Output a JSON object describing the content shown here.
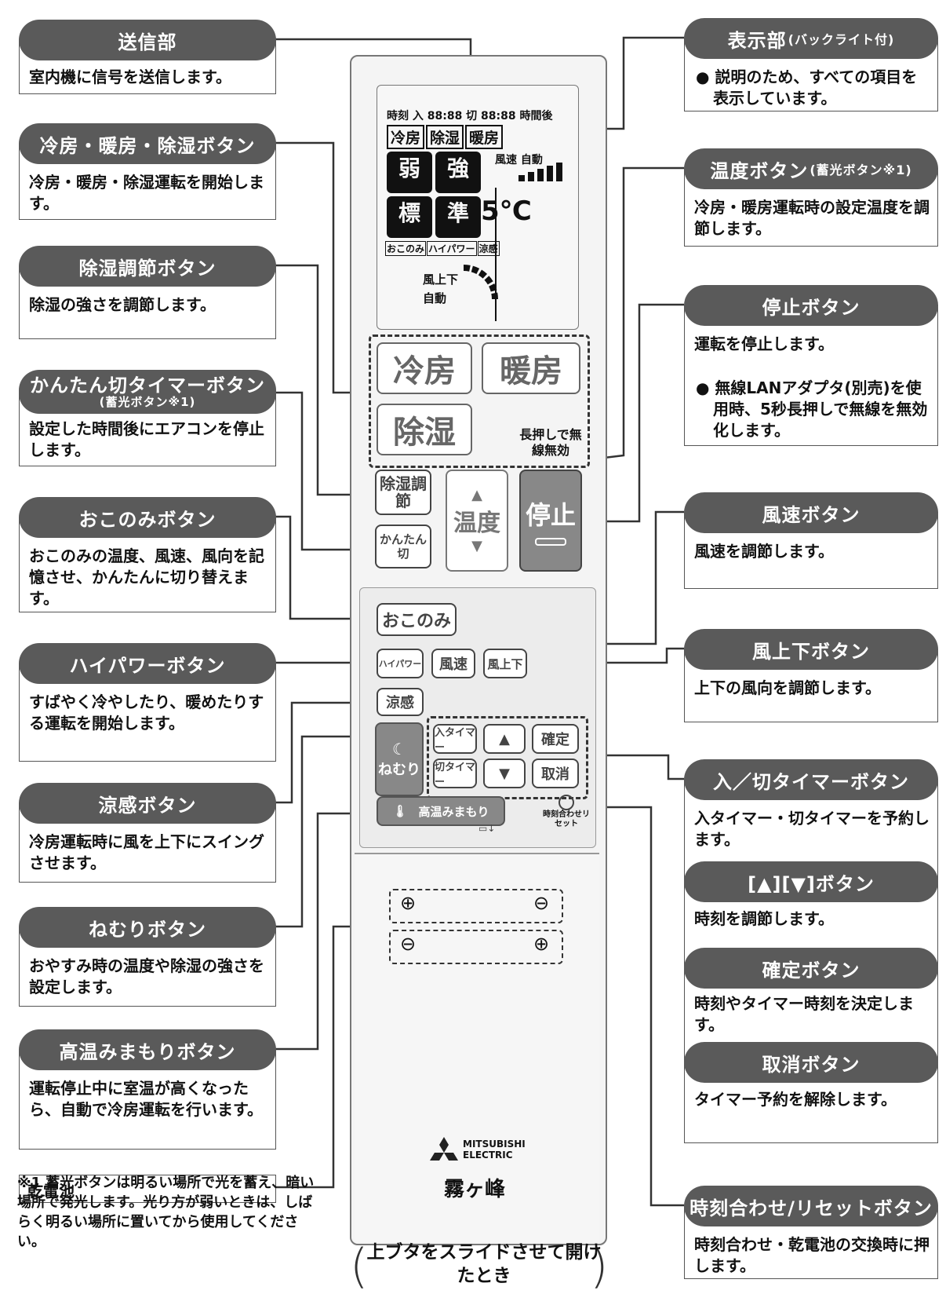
{
  "callouts": {
    "transmitter": {
      "title": "送信部",
      "body": "室内機に信号を送信します。"
    },
    "mode_buttons": {
      "title": "冷房・暖房・除湿ボタン",
      "body": "冷房・暖房・除湿運転を開始します。"
    },
    "dehumid_adjust": {
      "title": "除湿調節ボタン",
      "body": "除湿の強さを調節します。"
    },
    "easy_off_timer": {
      "title": "かんたん切タイマーボタン",
      "subtitle": "(蓄光ボタン※1)",
      "body": "設定した時間後にエアコンを停止します。"
    },
    "okonomi": {
      "title": "おこのみボタン",
      "body": "おこのみの温度、風速、風向を記憶させ、かんたんに切り替えます。"
    },
    "high_power": {
      "title": "ハイパワーボタン",
      "body": "すばやく冷やしたり、暖めたりする運転を開始します。"
    },
    "ryokan": {
      "title": "涼感ボタン",
      "body": "冷房運転時に風を上下にスイングさせます。"
    },
    "sleep": {
      "title": "ねむりボタン",
      "body": "おやすみ時の温度や除湿の強さを設定します。"
    },
    "high_temp_guard": {
      "title": "高温みまもりボタン",
      "body": "運転停止中に室温が高くなったら、自動で冷房運転を行います。"
    },
    "battery": {
      "label": "乾電池"
    },
    "display": {
      "title": "表示部",
      "title_small": "(バックライト付)",
      "body": "● 説明のため、すべての項目を表示しています。"
    },
    "temp_button": {
      "title": "温度ボタン",
      "title_small": "(蓄光ボタン※1)",
      "body": "冷房・暖房運転時の設定温度を調節します。"
    },
    "stop_button": {
      "title": "停止ボタン",
      "body": "運転を停止します。",
      "bullet": "● 無線LANアダプタ(別売)を使用時、5秒長押しで無線を無効化します。"
    },
    "fan_speed": {
      "title": "風速ボタン",
      "body": "風速を調節します。"
    },
    "vane": {
      "title": "風上下ボタン",
      "body": "上下の風向を調節します。"
    },
    "timer": {
      "title": "入／切タイマーボタン",
      "body": "入タイマー・切タイマーを予約します。"
    },
    "updown": {
      "title": "[▲][▼]ボタン",
      "body": "時刻を調節します。"
    },
    "confirm": {
      "title": "確定ボタン",
      "body": "時刻やタイマー時刻を決定します。"
    },
    "cancel": {
      "title": "取消ボタン",
      "body": "タイマー予約を解除します。"
    },
    "clock_reset": {
      "title": "時刻合わせ/リセットボタン",
      "body": "時刻合わせ・乾電池の交換時に押します。"
    }
  },
  "remote": {
    "lcd": {
      "row1": "時刻 入 88:88 切 88:88 時間後",
      "modes": [
        "冷房",
        "除湿",
        "暖房"
      ],
      "fan": "風速 自動",
      "strength": [
        "弱",
        "強",
        "標",
        "準"
      ],
      "temp_unit": "5℃",
      "features": [
        "おこのみ",
        "ハイパワー",
        "涼感"
      ],
      "vane": "風上下",
      "auto": "自動"
    },
    "buttons": {
      "cool": "冷房",
      "heat": "暖房",
      "dry": "除湿",
      "dry_adjust": "除湿調節",
      "easy_off": "かんたん切",
      "temp": "温度",
      "stop": "停止",
      "long_press": "長押しで無線無効",
      "okonomi": "おこのみ",
      "high_power": "ハイパワー",
      "fan": "風速",
      "vane": "風上下",
      "ryokan": "涼感",
      "on_timer": "入タイマー",
      "off_timer": "切タイマー",
      "confirm": "確定",
      "cancel": "取消",
      "sleep": "ねむり",
      "high_temp": "高温みまもり",
      "reset": "時刻合わせリセット"
    },
    "brand": "MITSUBISHI ELECTRIC",
    "series": "霧ヶ峰"
  },
  "footnote": "※1 蓄光ボタンは明るい場所で光を蓄え、暗い場所で発光します。光り方が弱いときは、しばらく明るい場所に置いてから使用してください。",
  "caption": "上ブタをスライドさせて開けたとき"
}
